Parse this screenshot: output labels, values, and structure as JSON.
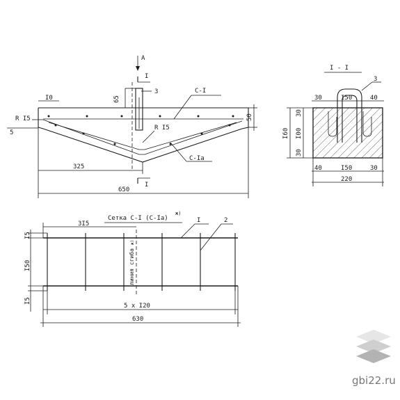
{
  "elevation": {
    "view_arrow_label": "A",
    "section_mark_label": "I",
    "section_mark_bottom_label": "I",
    "rebar_label": "3",
    "mesh_top_label": "C-I",
    "mesh_bottom_label": "C-Ia",
    "radius_left": "R I5",
    "radius_center": "R I5",
    "dim_top_left": "I0",
    "dim_protrusion": "65",
    "dim_left_small": "5",
    "dim_right_height": "50",
    "dim_half_length": "325",
    "dim_total_length": "650"
  },
  "section": {
    "title": "I - I",
    "rebar_label": "3",
    "dim_top_left": "30",
    "dim_top_mid": "I50",
    "dim_top_right": "40",
    "dim_side_top": "30",
    "dim_side_mid": "I00",
    "dim_side_bot": "30",
    "dim_total_height": "I60",
    "dim_bottom_left": "40",
    "dim_bottom_mid": "I50",
    "dim_bottom_right": "30",
    "dim_total_width": "220"
  },
  "mesh": {
    "title": "Сетка С-I (С-Iа)",
    "title_mark": "ж)",
    "label_bar_1": "I",
    "label_bar_2": "2",
    "bend_line_label": "линия сгиба",
    "bend_line_mark": "ж)",
    "dim_half": "3I5",
    "dim_top_edge": "I5",
    "dim_height": "I50",
    "dim_bottom_edge": "I5",
    "dim_spacing": "5 x I20",
    "dim_total": "630"
  },
  "watermark": {
    "site": "gbi22.ru",
    "colors": {
      "top": "#e6e6e6",
      "mid": "#cfcfcf",
      "bottom": "#b3b3b3"
    }
  }
}
